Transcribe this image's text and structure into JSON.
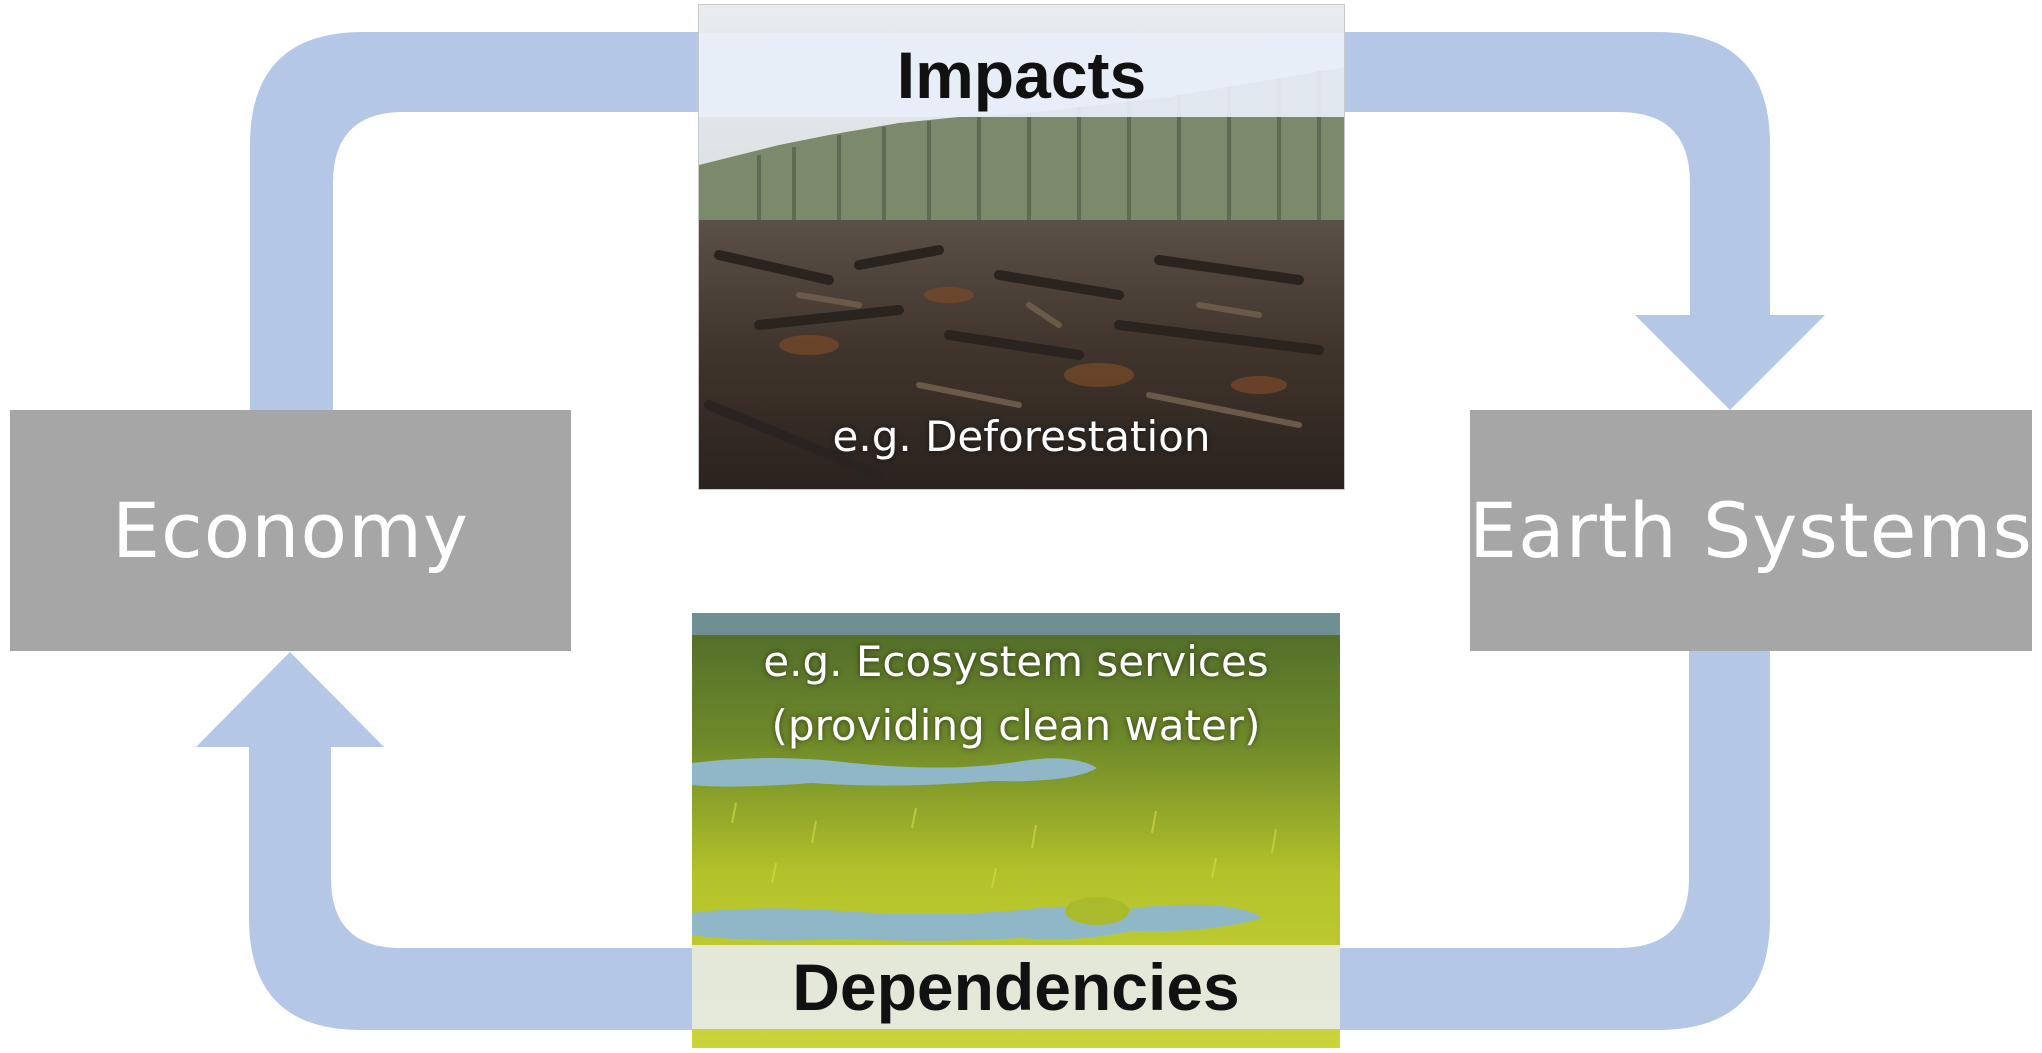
{
  "nodes": {
    "left": "Economy",
    "right": "Earth Systems"
  },
  "impacts": {
    "label": "Impacts",
    "example": "e.g. Deforestation"
  },
  "dependencies": {
    "label": "Dependencies",
    "example_line1": "e.g. Ecosystem services",
    "example_line2": "(providing clean water)"
  },
  "colors": {
    "arrow": "#b4c7e7",
    "node_fill": "#a6a6a6",
    "node_text": "#ffffff",
    "label_text": "#111111"
  }
}
